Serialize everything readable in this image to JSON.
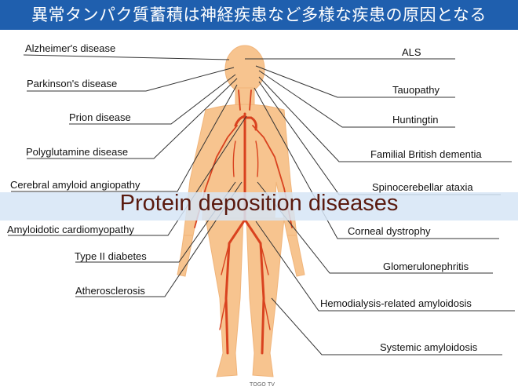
{
  "title": "異常タンパク質蓄積は神経疾患など多様な疾患の原因となる",
  "banner": "Protein deposition diseases",
  "credit": "TOGO TV",
  "colors": {
    "header": "#1f5fae",
    "skin": "#f7c48f",
    "vessel": "#d9421f"
  },
  "left_labels": [
    "Alzheimer's disease",
    "Parkinson's disease",
    "Prion disease",
    "Polyglutamine disease",
    "Cerebral amyloid angiopathy",
    "Amyloidotic cardiomyopathy",
    "Type II diabetes",
    "Atherosclerosis"
  ],
  "right_labels": [
    "ALS",
    "Tauopathy",
    "Huntingtin",
    "Familial British dementia",
    "Spinocerebellar ataxia",
    "Corneal dystrophy",
    "Glomerulonephritis",
    "Hemodialysis-related amyloidosis",
    "Systemic amyloidosis"
  ]
}
